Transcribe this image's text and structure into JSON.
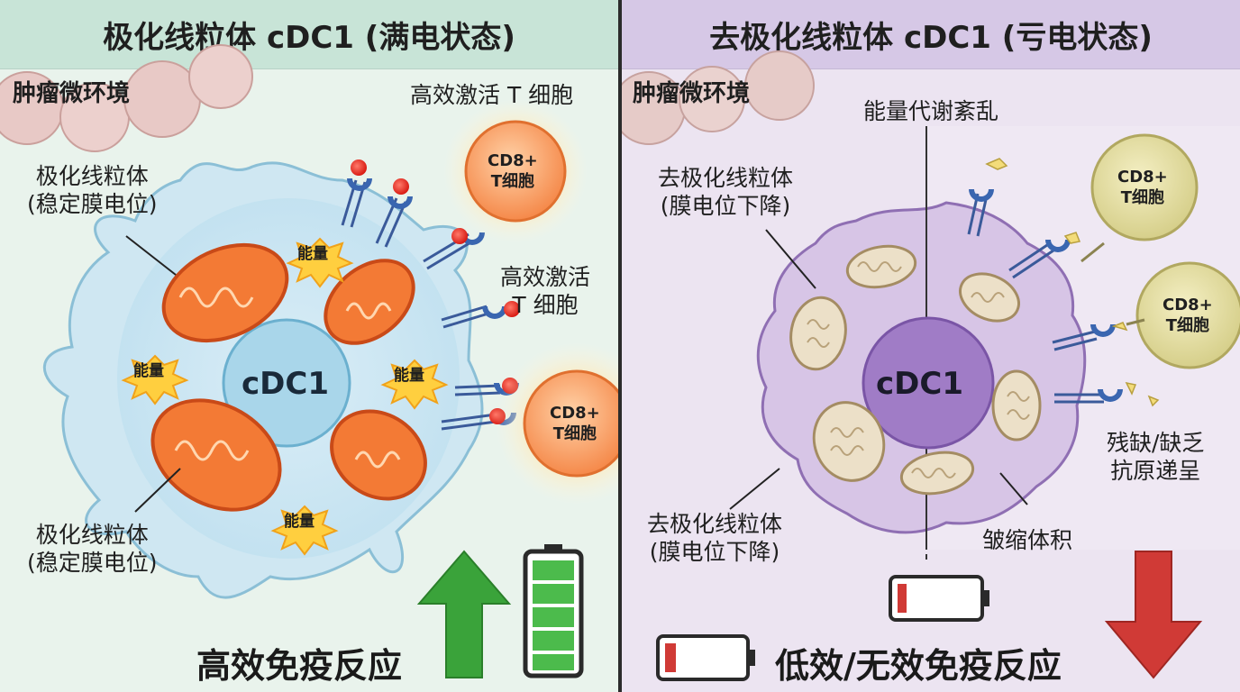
{
  "left": {
    "title": "极化线粒体 cDC1 (满电状态)",
    "tumor_env": "肿瘤微环境",
    "cell_label": "cDC1",
    "mito_label_top": [
      "极化线粒体",
      "(稳定膜电位)"
    ],
    "mito_label_bottom": [
      "极化线粒体",
      "(稳定膜电位)"
    ],
    "energy_badges": [
      "能量",
      "能量",
      "能量",
      "能量"
    ],
    "activation_label_top": "高效激活 T 细胞",
    "activation_label_mid": [
      "高效激活",
      "T 细胞"
    ],
    "tcell_labels": [
      [
        "CD8+",
        "T细胞"
      ],
      [
        "CD8+",
        "T细胞"
      ]
    ],
    "bottom_label": "高效免疫反应",
    "arrow_direction": "up",
    "battery_level": 1.0,
    "colors": {
      "arrow": "#3aa33a",
      "battery": "#43b043",
      "mito": "#f06a2a",
      "cell": "#bfe0ef"
    }
  },
  "right": {
    "title": "去极化线粒体 cDC1 (亏电状态)",
    "tumor_env": "肿瘤微环境",
    "cell_label": "cDC1",
    "metabolism_label": "能量代谢紊乱",
    "mito_label_top": [
      "去极化线粒体",
      "(膜电位下降)"
    ],
    "mito_label_bottom": [
      "去极化线粒体",
      "(膜电位下降)"
    ],
    "shrink_label": "皱缩体积",
    "antigen_label": [
      "残缺/缺乏",
      "抗原递呈"
    ],
    "tcell_labels": [
      [
        "CD8+",
        "T细胞"
      ],
      [
        "CD8+",
        "T细胞"
      ]
    ],
    "bottom_label": "低效/无效免疫反应",
    "arrow_direction": "down",
    "battery_level": 0.12,
    "colors": {
      "arrow": "#d03a36",
      "battery": "#d03a36",
      "mito": "#e9dcc4",
      "cell": "#b89ad0"
    }
  }
}
